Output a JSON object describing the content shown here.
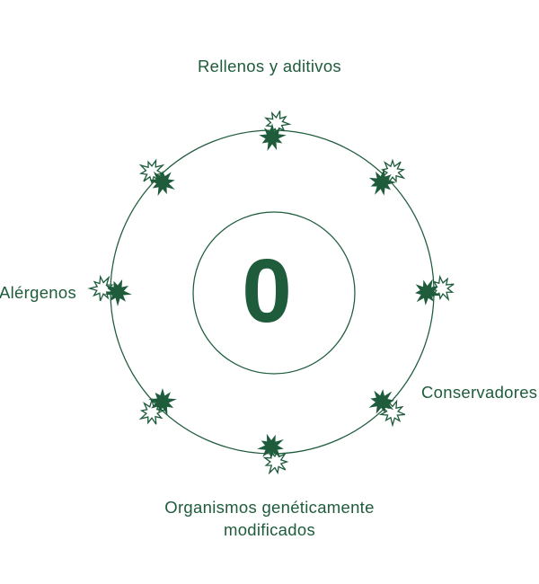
{
  "diagram": {
    "type": "zero-claims-infographic",
    "center_value": "0",
    "labels": {
      "top": "Rellenos y aditivos",
      "left": "Alérgenos",
      "right": "Conservadores",
      "bottom_line1": "Organismos genéticamente",
      "bottom_line2": "modificados"
    },
    "icons": {
      "name": "starburst-icon",
      "count": 8,
      "positions": [
        "top",
        "top-right",
        "right",
        "bottom-right",
        "bottom",
        "bottom-left",
        "left",
        "top-left"
      ]
    },
    "colors": {
      "accent_green": "#1e5c3c",
      "background": "#ffffff"
    }
  }
}
